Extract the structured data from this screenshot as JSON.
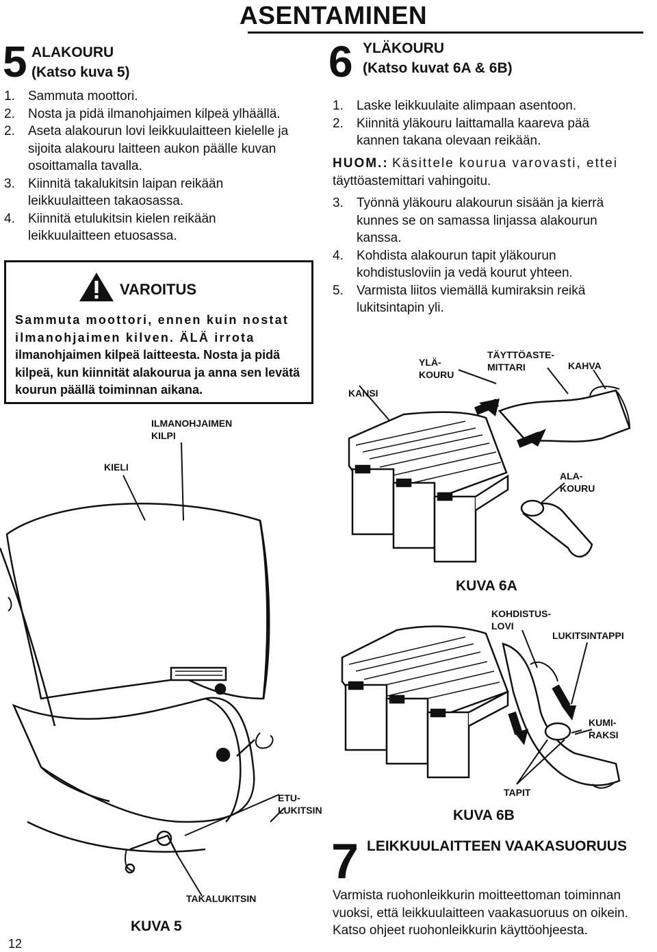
{
  "page_title": "ASENTAMINEN",
  "page_number": "12",
  "section5": {
    "number": "5",
    "title": "ALAKOURU",
    "subtitle": "(Katso kuva 5)",
    "steps": [
      {
        "n": "1.",
        "text": "Sammuta  moottori."
      },
      {
        "n": "2.",
        "text": "Nosta ja pidä ilmanohjaimen kilpeä ylhäällä."
      },
      {
        "n": "2.",
        "text": "Aseta alakourun lovi leikkuulaitteen kielelle ja sijoita alakouru laitteen aukon päälle kuvan osoittamalla tavalla."
      },
      {
        "n": "3.",
        "text": "Kiinnitä takalukitsin laipan reikään leikkuulaitteen takaosassa."
      },
      {
        "n": "4.",
        "text": "Kiinnitä etulukitsin kielen reikään leikkuulaitteen etuosassa."
      }
    ],
    "warning": {
      "title": "VAROITUS",
      "text_spaced": "Sammuta moottori, ennen kuin nostat ilmanohjaimen kilven. ÄLÄ irrota",
      "text_normal": "ilmanohjaimen kilpeä laitteesta. Nosta ja pidä kilpeä, kun kiinnität alakourua ja anna sen levätä kourun päällä toiminnan aikana."
    },
    "figure": {
      "caption": "KUVA 5",
      "labels": {
        "ilmanohjaimen": "ILMANOHJAIMEN",
        "kilpi": "KILPI",
        "kieli": "KIELI",
        "etu": "ETU-",
        "lukitsin": "LUKITSIN",
        "takalukitsin": "TAKALUKITSIN"
      }
    }
  },
  "section6": {
    "number": "6",
    "title": "YLÄKOURU",
    "subtitle": "(Katso kuvat 6A & 6B)",
    "steps_a": [
      {
        "n": "1.",
        "text": "Laske leikkuulaite alimpaan asentoon."
      },
      {
        "n": "2.",
        "text": "Kiinnitä yläkouru laittamalla kaareva pää kannen takana olevaan reikään."
      }
    ],
    "note_label": "HUOM.:",
    "note_text": "Käsittele kourua varovasti, ettei",
    "note_text2": "täyttöastemittari vahingoitu.",
    "steps_b": [
      {
        "n": "3.",
        "text": "Työnnä yläkouru alakourun sisään ja kierrä kunnes se on samassa linjassa alakourun kanssa."
      },
      {
        "n": "4.",
        "text": "Kohdista alakourun tapit yläkourun kohdistusloviin ja vedä kourut yhteen."
      },
      {
        "n": "5.",
        "text": "Varmista liitos viemällä kumiraksin reikä lukitsintapin yli."
      }
    ],
    "figure_a": {
      "caption": "KUVA 6A",
      "labels": {
        "kansi": "KANSI",
        "yla1": "YLÄ-",
        "yla2": "KOURU",
        "tayt1": "TÄYTTÖASTE-",
        "tayt2": "MITTARI",
        "kahva": "KAHVA",
        "ala1": "ALA-",
        "ala2": "KOURU"
      }
    },
    "figure_b": {
      "caption": "KUVA 6B",
      "labels": {
        "kohd1": "KOHDISTUS-",
        "kohd2": "LOVI",
        "lukitsintappi": "LUKITSINTAPPI",
        "kumi1": "KUMI-",
        "kumi2": "RAKSI",
        "tapit": "TAPIT"
      }
    }
  },
  "section7": {
    "number": "7",
    "title": "LEIKKUULAITTEEN VAAKASUORUUS",
    "text": "Varmista ruohonleikkurin moitteettoman toiminnan vuoksi, että leikkuulaitteen vaakasuoruus on oikein. Katso ohjeet ruohonleikkurin käyttöohjeesta."
  }
}
